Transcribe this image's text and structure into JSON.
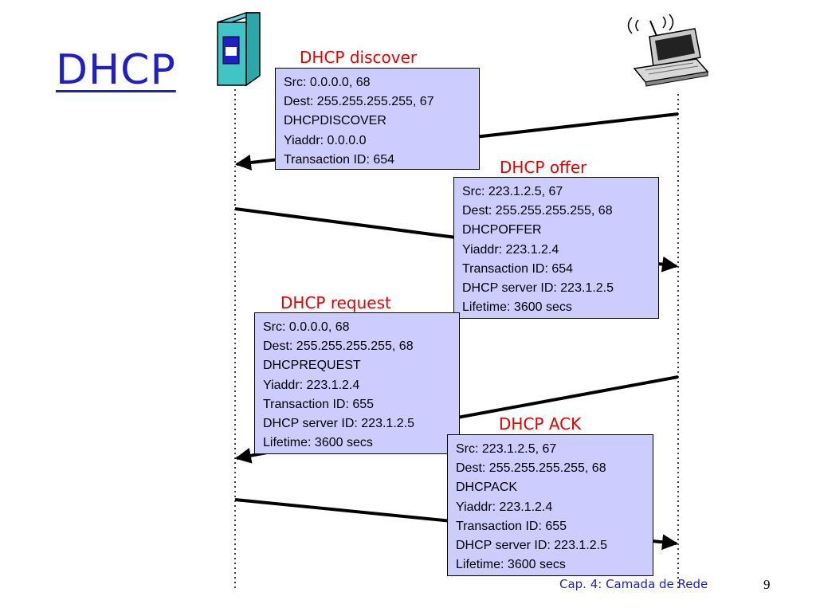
{
  "slide": {
    "title": "DHCP",
    "footer": "Cap. 4: Camada de Rede",
    "page_number": "9"
  },
  "icons": {
    "server": "server-tower-icon",
    "client": "wireless-laptop-icon"
  },
  "colors": {
    "title": "#1f1fc8",
    "message_label": "#e60000",
    "box_fill": "#ccccff"
  },
  "messages": [
    {
      "label": "DHCP discover",
      "direction": "client-to-server",
      "fields": [
        "Src: 0.0.0.0, 68",
        "Dest: 255.255.255.255, 67",
        "DHCPDISCOVER",
        "Yiaddr: 0.0.0.0",
        "Transaction ID: 654"
      ]
    },
    {
      "label": "DHCP offer",
      "direction": "server-to-client",
      "fields": [
        "Src: 223.1.2.5, 67",
        "Dest: 255.255.255.255, 68",
        "DHCPOFFER",
        "Yiaddr: 223.1.2.4",
        "Transaction ID: 654",
        "DHCP server ID: 223.1.2.5",
        "Lifetime: 3600 secs"
      ]
    },
    {
      "label": "DHCP request",
      "direction": "client-to-server",
      "fields": [
        "Src: 0.0.0.0, 68",
        "Dest: 255.255.255.255, 68",
        "DHCPREQUEST",
        "Yiaddr: 223.1.2.4",
        "Transaction ID: 655",
        "DHCP server ID: 223.1.2.5",
        "Lifetime: 3600 secs"
      ]
    },
    {
      "label": "DHCP ACK",
      "direction": "server-to-client",
      "fields": [
        "Src: 223.1.2.5, 67",
        "Dest: 255.255.255.255, 68",
        "DHCPACK",
        "Yiaddr: 223.1.2.4",
        "Transaction ID: 655",
        "DHCP server ID: 223.1.2.5",
        "Lifetime: 3600 secs"
      ]
    }
  ]
}
